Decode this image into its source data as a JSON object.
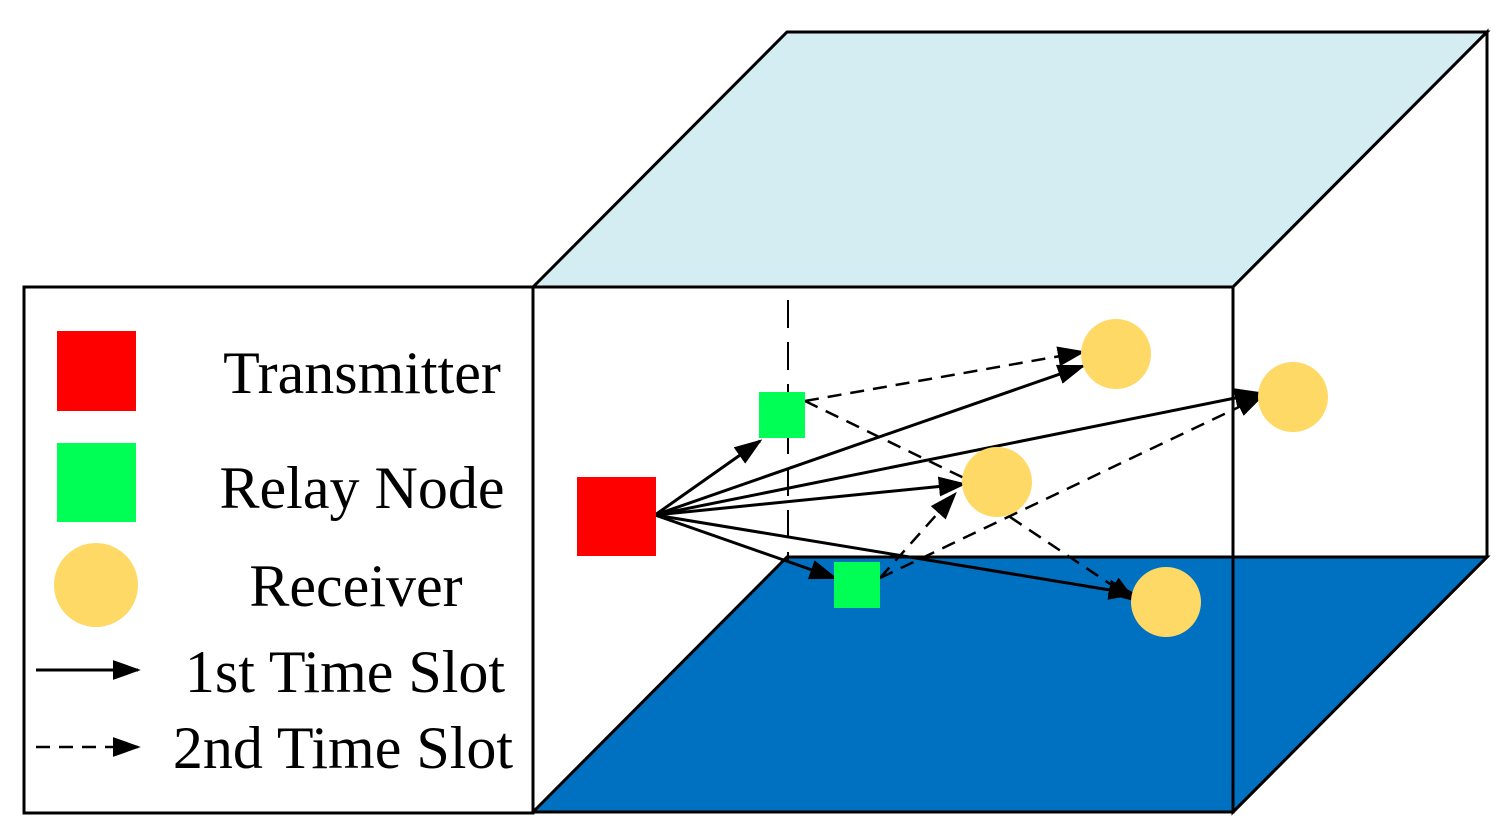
{
  "colors": {
    "transmitter": "#ff0000",
    "relay": "#00ff55",
    "receiver": "#ffd966",
    "top_face": "#d4edf2",
    "floor": "#0070c0",
    "line": "#000000"
  },
  "legend": {
    "transmitter_label": "Transmitter",
    "relay_label": "Relay Node",
    "receiver_label": "Receiver",
    "first_slot_label": "1st Time Slot",
    "second_slot_label": "2nd Time Slot"
  }
}
